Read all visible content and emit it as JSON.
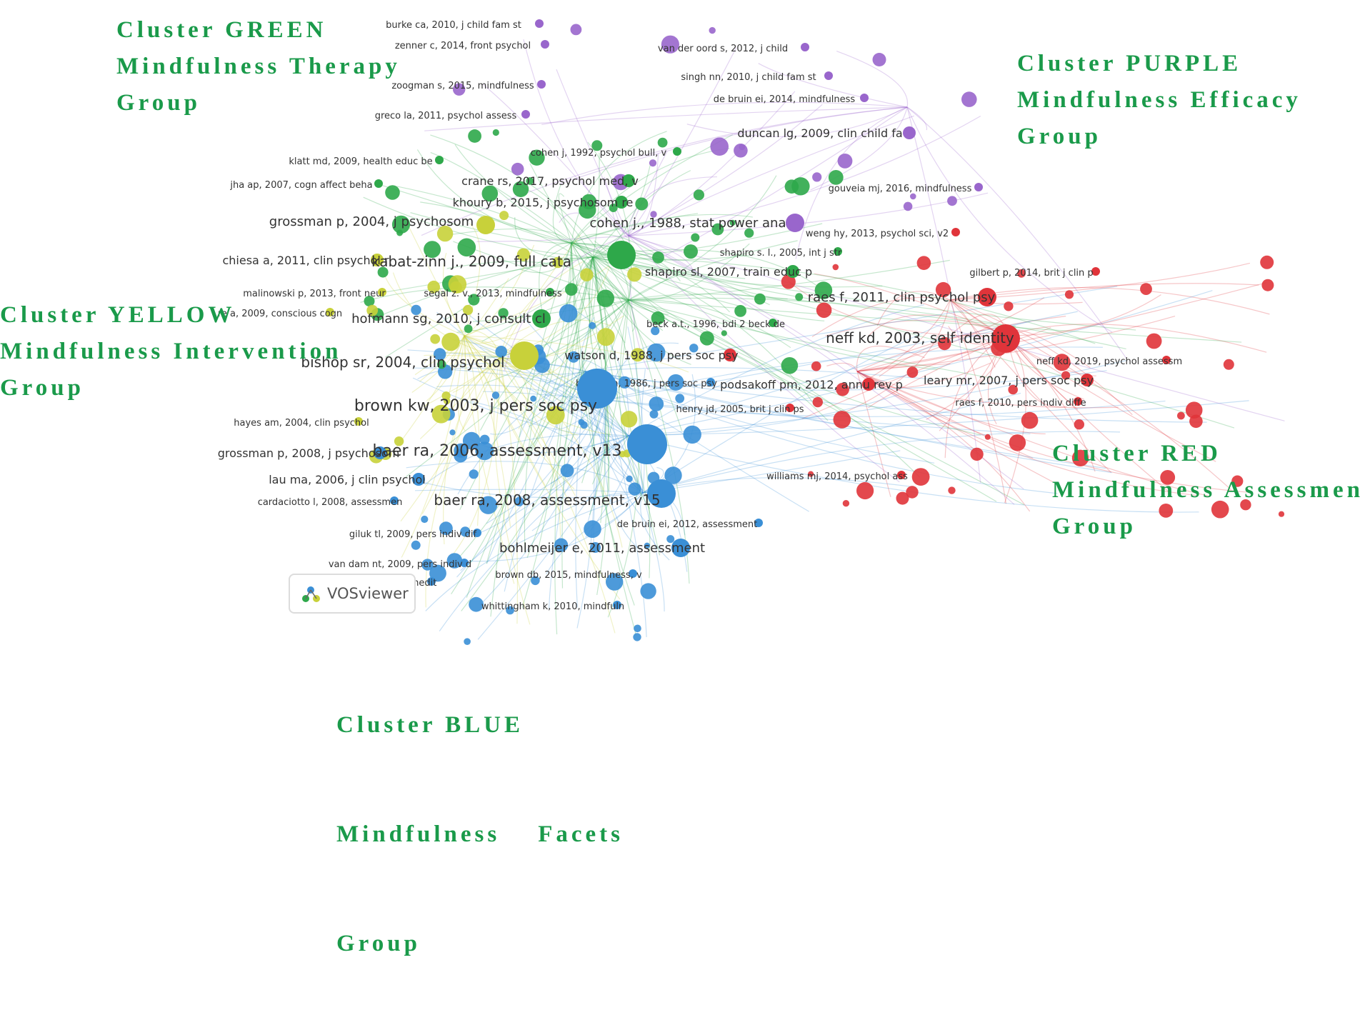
{
  "clusters": {
    "green": {
      "line1": "Cluster GREEN",
      "line2": "Mindfulness Therapy",
      "line3": "Group"
    },
    "purple": {
      "line1": "Cluster PURPLE",
      "line2": "Mindfulness Efficacy",
      "line3": "Group"
    },
    "yellow": {
      "line1": "Cluster YELLOW",
      "line2": "Mindfulness Intervention",
      "line3": "Group"
    },
    "red": {
      "line1": "Cluster RED",
      "line2": "Mindfulness Assessment",
      "line3": "Group"
    },
    "blue": {
      "line1": "Cluster BLUE",
      "line2": "Mindfulness    Facets",
      "line3": "Group"
    }
  },
  "colors": {
    "title": "#1a9a4a",
    "green": "#2ea84a",
    "purple": "#9966cc",
    "yellow": "#c8d13a",
    "red": "#e0343a",
    "blue": "#3a8fd6"
  },
  "badge": {
    "label": "VOSviewer"
  },
  "nodes": [
    {
      "label": "burke ca, 2010, j child fam st",
      "cluster": "purple",
      "weight": 1
    },
    {
      "label": "zenner c, 2014, front psychol",
      "cluster": "purple",
      "weight": 1
    },
    {
      "label": "van der oord s, 2012, j child",
      "cluster": "purple",
      "weight": 1
    },
    {
      "label": "singh nn, 2010, j child fam st",
      "cluster": "purple",
      "weight": 1
    },
    {
      "label": "zoogman s, 2015, mindfulness",
      "cluster": "purple",
      "weight": 1
    },
    {
      "label": "de bruin ei, 2014, mindfulness",
      "cluster": "purple",
      "weight": 1
    },
    {
      "label": "greco la, 2011, psychol assess",
      "cluster": "purple",
      "weight": 1
    },
    {
      "label": "duncan lg, 2009, clin child fa",
      "cluster": "purple",
      "weight": 2
    },
    {
      "label": "cohen j, 1992, psychol bull, v",
      "cluster": "green",
      "weight": 1
    },
    {
      "label": "klatt md, 2009, health educ be",
      "cluster": "green",
      "weight": 1
    },
    {
      "label": "jha ap, 2007, cogn affect beha",
      "cluster": "green",
      "weight": 1
    },
    {
      "label": "crane rs, 2017, psychol med, v",
      "cluster": "green",
      "weight": 2
    },
    {
      "label": "gouveia mj, 2016, mindfulness",
      "cluster": "purple",
      "weight": 1
    },
    {
      "label": "khoury b, 2015, j psychosom re",
      "cluster": "green",
      "weight": 2
    },
    {
      "label": "grossman p, 2004, j psychosom",
      "cluster": "yellow",
      "weight": 3
    },
    {
      "label": "cohen j., 1988, stat power ana",
      "cluster": "purple",
      "weight": 3
    },
    {
      "label": "weng hy, 2013, psychol sci, v2",
      "cluster": "red",
      "weight": 1
    },
    {
      "label": "chiesa a, 2011, clin psychol r",
      "cluster": "yellow",
      "weight": 2
    },
    {
      "label": "kabat-zinn j., 2009, full cata",
      "cluster": "green",
      "weight": 4
    },
    {
      "label": "shapiro s. l., 2005, int j str",
      "cluster": "green",
      "weight": 1
    },
    {
      "label": "shapiro sl, 2007, train educ p",
      "cluster": "green",
      "weight": 2
    },
    {
      "label": "gilbert p, 2014, brit j clin p",
      "cluster": "red",
      "weight": 1
    },
    {
      "label": "malinowski p, 2013, front neur",
      "cluster": "yellow",
      "weight": 1
    },
    {
      "label": "segal z. v., 2013, mindfulness",
      "cluster": "green",
      "weight": 1
    },
    {
      "label": "raes f, 2011, clin psychol psy",
      "cluster": "red",
      "weight": 3
    },
    {
      "label": "re a, 2009, conscious cogn",
      "cluster": "yellow",
      "weight": 1
    },
    {
      "label": "hofmann sg, 2010, j consult cl",
      "cluster": "green",
      "weight": 3
    },
    {
      "label": "beck a.t., 1996, bdi 2 beck de",
      "cluster": "green",
      "weight": 1
    },
    {
      "label": "neff kd, 2003, self identity",
      "cluster": "red",
      "weight": 4
    },
    {
      "label": "watson d, 1988, j pers soc psy",
      "cluster": "red",
      "weight": 2
    },
    {
      "label": "neff kd, 2019, psychol assessm",
      "cluster": "red",
      "weight": 1
    },
    {
      "label": "bishop sr, 2004, clin psychol",
      "cluster": "yellow",
      "weight": 4
    },
    {
      "label": "baron rm, 1986, j pers soc psy",
      "cluster": "blue",
      "weight": 1
    },
    {
      "label": "podsakoff pm, 2012, annu rev p",
      "cluster": "red",
      "weight": 2
    },
    {
      "label": "leary mr, 2007, j pers soc psy",
      "cluster": "red",
      "weight": 2
    },
    {
      "label": "raes f, 2010, pers indiv diffe",
      "cluster": "red",
      "weight": 1
    },
    {
      "label": "brown kw, 2003, j pers soc psy",
      "cluster": "blue",
      "weight": 5
    },
    {
      "label": "henry jd, 2005, brit j clin ps",
      "cluster": "red",
      "weight": 1
    },
    {
      "label": "hayes am, 2004, clin psychol",
      "cluster": "yellow",
      "weight": 1
    },
    {
      "label": "grossman p, 2008, j psychosom",
      "cluster": "blue",
      "weight": 2
    },
    {
      "label": "baer ra, 2006, assessment, v13",
      "cluster": "blue",
      "weight": 5
    },
    {
      "label": "williams mj, 2014, psychol ass",
      "cluster": "red",
      "weight": 1
    },
    {
      "label": "lau ma, 2006, j clin psychol",
      "cluster": "blue",
      "weight": 2
    },
    {
      "label": "cardaciotto l, 2008, assessmen",
      "cluster": "blue",
      "weight": 1
    },
    {
      "label": "baer ra, 2008, assessment, v15",
      "cluster": "blue",
      "weight": 4
    },
    {
      "label": "de bruin ei, 2012, assessment",
      "cluster": "blue",
      "weight": 1
    },
    {
      "label": "giluk tl, 2009, pers indiv dif",
      "cluster": "blue",
      "weight": 1
    },
    {
      "label": "bohlmeijer e, 2011, assessment",
      "cluster": "blue",
      "weight": 3
    },
    {
      "label": "van dam nt, 2009, pers indiv d",
      "cluster": "blue",
      "weight": 1
    },
    {
      "label": "walach h, 2006, j medit medit",
      "cluster": "blue",
      "weight": 1
    },
    {
      "label": "brown db, 2015, mindfulness, v",
      "cluster": "blue",
      "weight": 1
    },
    {
      "label": "whittingham k, 2010, mindfuln",
      "cluster": "blue",
      "weight": 1
    }
  ]
}
